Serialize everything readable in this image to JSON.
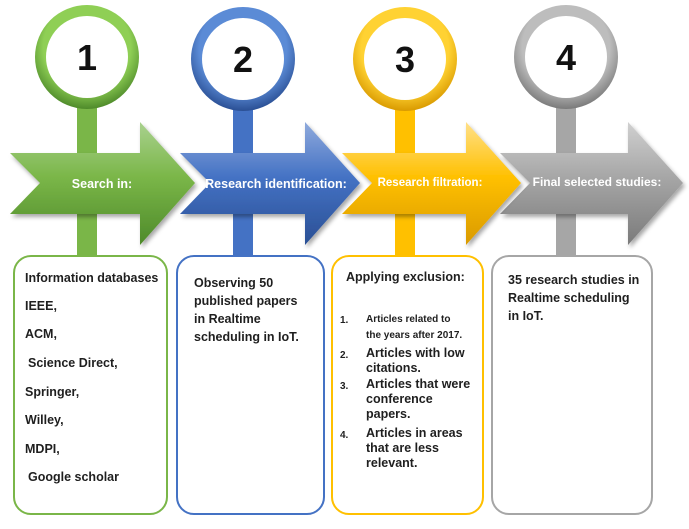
{
  "steps": [
    {
      "number": "1",
      "title": "Search in:",
      "color": "#7ab648",
      "items": [
        "Information databases",
        "IEEE,",
        "ACM,",
        "Science Direct,",
        "Springer,",
        "Willey,",
        "MDPI,",
        "Google scholar"
      ]
    },
    {
      "number": "2",
      "title": "Research identification:",
      "color": "#4472c4",
      "text": [
        "Observing 50",
        "published papers",
        "in Realtime",
        "scheduling in IoT."
      ]
    },
    {
      "number": "3",
      "title": "Research filtration:",
      "color": "#ffc000",
      "heading": "Applying exclusion:",
      "list": [
        {
          "num": "1.",
          "lines": [
            "Articles related to",
            "the years after 2017."
          ]
        },
        {
          "num": "2.",
          "lines": [
            "Articles with low",
            "citations."
          ]
        },
        {
          "num": "3.",
          "lines": [
            "Articles that were",
            "conference",
            "papers."
          ]
        },
        {
          "num": "4.",
          "lines": [
            "Articles in areas",
            "that are less",
            "relevant."
          ]
        }
      ]
    },
    {
      "number": "4",
      "title": "Final selected studies:",
      "color": "#a6a6a6",
      "text": [
        "35 research studies in",
        "Realtime scheduling",
        "in IoT."
      ]
    }
  ]
}
